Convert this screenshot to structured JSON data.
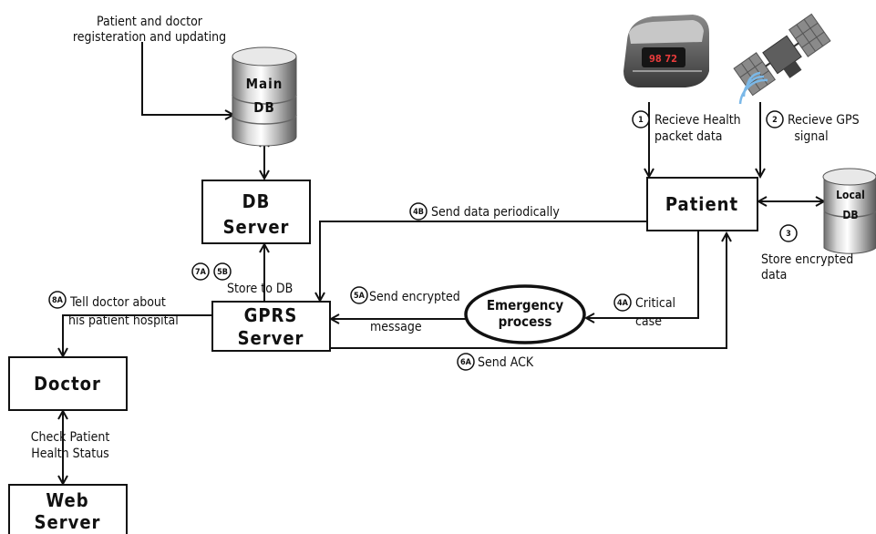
{
  "labels": {
    "registration_1": "Patient and doctor",
    "registration_2": "registeration and updating",
    "recv_health_1": "Recieve Health",
    "recv_health_2": "packet data",
    "recv_gps_1": "Recieve GPS",
    "recv_gps_2": "signal",
    "send_periodic": "Send data periodically",
    "store_enc_1": "Store encrypted",
    "store_enc_2": "data",
    "store_db": "Store to  DB",
    "tell_doctor_1": "Tell doctor about",
    "tell_doctor_2": "his patient hospital",
    "send_enc_msg_1": "Send encrypted",
    "send_enc_msg_2": "message",
    "critical_1": "Critical",
    "critical_2": "case",
    "send_ack": "Send ACK",
    "check_1": "Check Patient",
    "check_2": "Health Status"
  },
  "boxes": {
    "db_server_1": "DB",
    "db_server_2": "Server",
    "patient": "Patient",
    "gprs_1": "GPRS",
    "gprs_2": "Server",
    "doctor": "Doctor",
    "web_1": "Web",
    "web_2": "Server",
    "emergency_1": "Emergency",
    "emergency_2": "process"
  },
  "databases": {
    "main_1": "Main",
    "main_2": "DB",
    "local_1": "Local",
    "local_2": "DB"
  },
  "badges": {
    "b1": "1",
    "b2": "2",
    "b3": "3",
    "b4a": "4A",
    "b4b": "4B",
    "b5a": "5A",
    "b5b": "5B",
    "b6a": "6A",
    "b7a": "7A",
    "b8a": "8A"
  },
  "icons": {
    "oximeter": "pulse-oximeter-icon",
    "satellite": "satellite-icon"
  }
}
